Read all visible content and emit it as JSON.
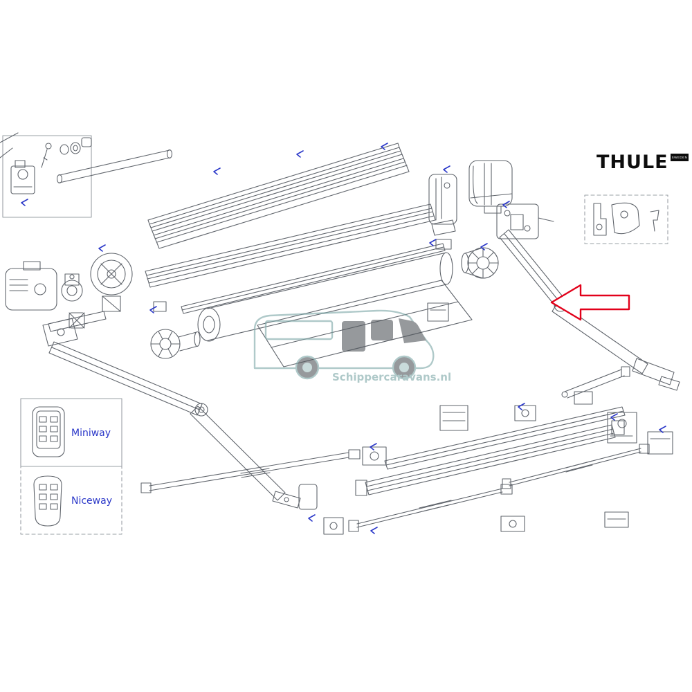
{
  "page": {
    "background": "#ffffff"
  },
  "brand": {
    "name": "THULE",
    "tag": "SWEDEN"
  },
  "watermark": {
    "text": "Schippercaravans.nl",
    "color": "#7fa9a9"
  },
  "legend": {
    "label_color": "#2936c8",
    "items": [
      {
        "label": "Miniway"
      },
      {
        "label": "Niceway"
      }
    ]
  },
  "annotations": {
    "arrow_color": "#e2001a"
  },
  "diagram": {
    "line_color": "#5f646b",
    "accent_color": "#2936c8",
    "box_color": "#9aa0a6"
  }
}
